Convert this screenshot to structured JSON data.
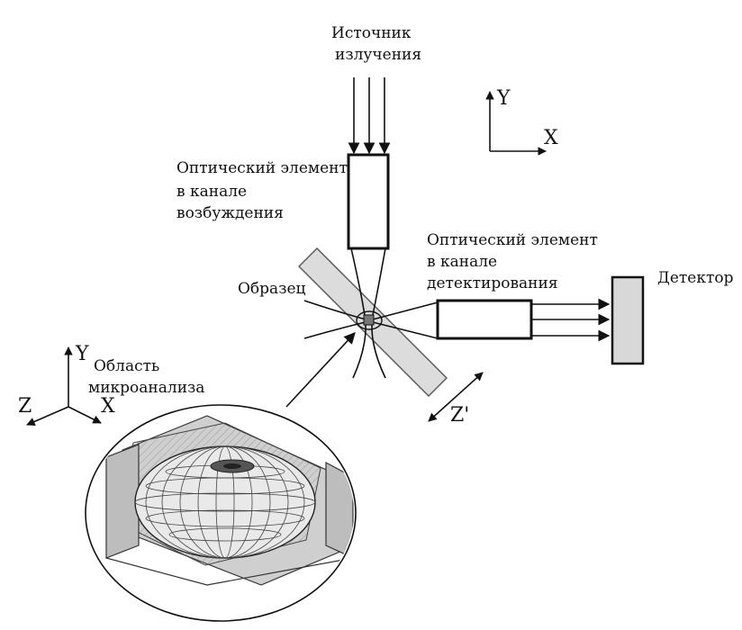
{
  "labels": {
    "source_line1": "Источник",
    "source_line2": "излучения",
    "axis_y_top": "Y",
    "axis_x_top": "X",
    "excitation_line1": "Оптический элемент",
    "excitation_line2": "в канале",
    "excitation_line3": "возбуждения",
    "detection_line1": "Оптический элемент",
    "detection_line2": "в канале",
    "detection_line3": "детектирования",
    "sample": "Образец",
    "detector": "Детектор",
    "axis_y_left": "Y",
    "axis_z_left": "Z",
    "axis_x_left": "X",
    "microanalysis_line1": "Область",
    "microanalysis_line2": "микроанализа",
    "axis_z_prime": "Z'"
  },
  "colors": {
    "line": "#111111",
    "fill_grey": "#d8d8d8",
    "plane_grey": "#c8c8c8",
    "ellipsoid_fill": "#e6e6e6"
  }
}
